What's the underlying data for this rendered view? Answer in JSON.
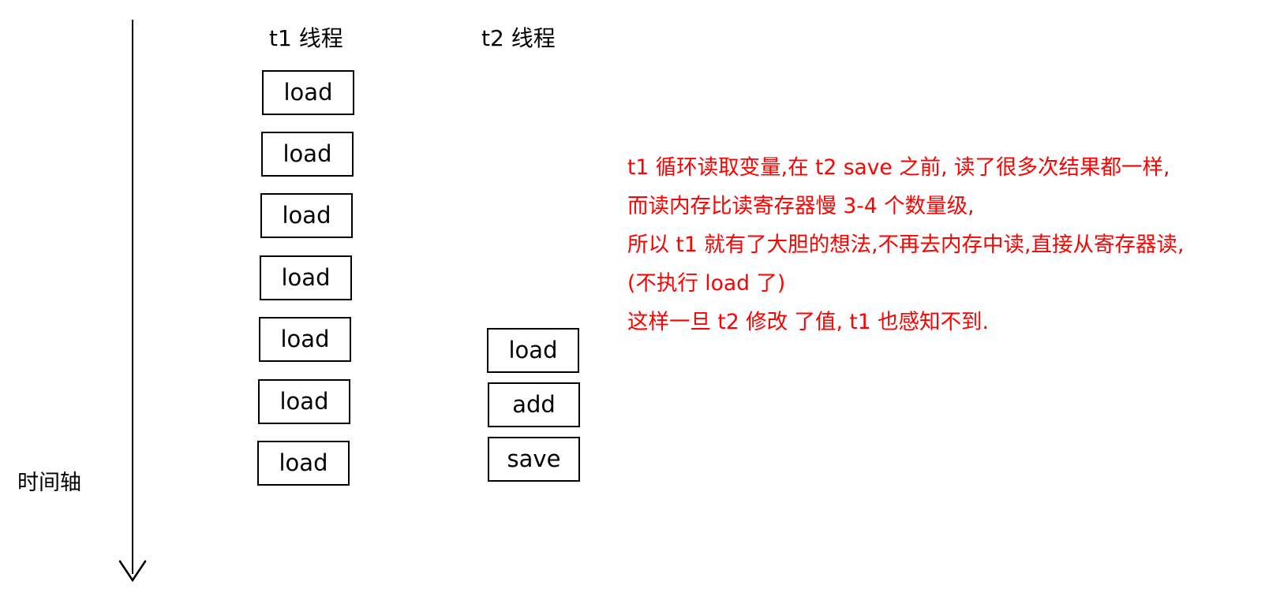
{
  "timeline": {
    "label": "时间轴"
  },
  "threads": [
    {
      "header": "t1 线程",
      "ops": [
        "load",
        "load",
        "load",
        "load",
        "load",
        "load",
        "load"
      ]
    },
    {
      "header": "t2 线程",
      "ops": [
        "load",
        "add",
        "save"
      ]
    }
  ],
  "note": {
    "color": "#ff0000",
    "lines": [
      "t1 循环读取变量,在 t2 save 之前, 读了很多次结果都一样,",
      "而读内存比读寄存器慢 3-4 个数量级,",
      "所以 t1 就有了大胆的想法,不再去内存中读,直接从寄存器读,",
      "(不执行 load 了)",
      "这样一旦 t2 修改 了值, t1 也感知不到."
    ]
  }
}
